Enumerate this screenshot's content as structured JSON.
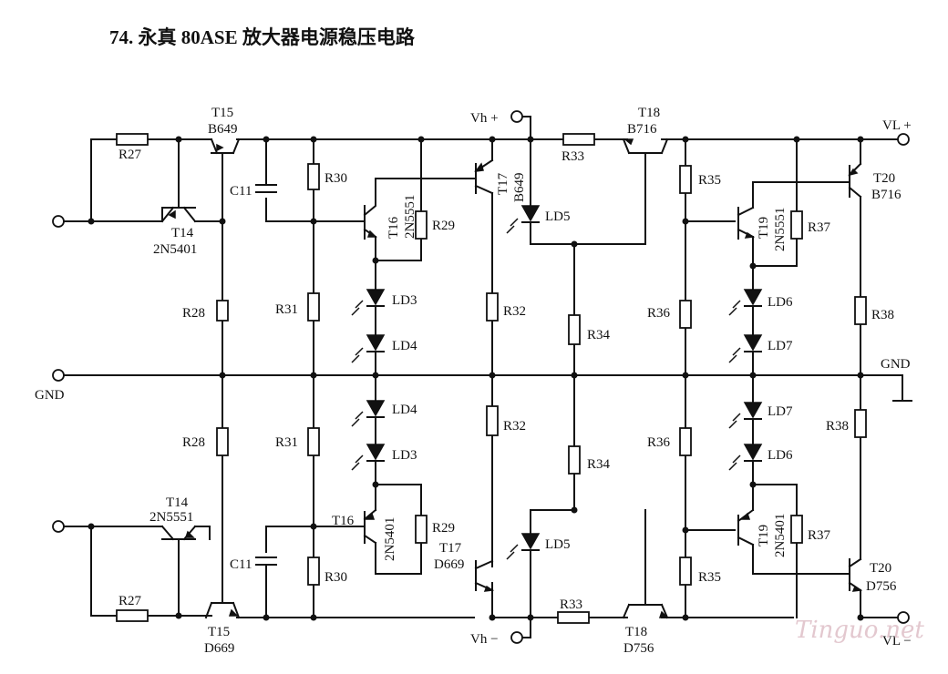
{
  "title": "74. 永真 80ASE 放大器电源稳压电路",
  "watermark": "Tinguo.net",
  "terminals": {
    "vh_plus": "Vh +",
    "vh_minus": "Vh −",
    "vl_plus": "VL +",
    "vl_minus": "VL −",
    "gnd_left": "GND",
    "gnd_right": "GND"
  },
  "top": {
    "t15_name": "T15",
    "t15_type": "B649",
    "t14_name": "T14",
    "t14_type": "2N5401",
    "t16_name": "T16",
    "t16_type": "2N5551",
    "t17_name": "T17",
    "t17_type": "B649",
    "t18_name": "T18",
    "t18_type": "B716",
    "t19_name": "T19",
    "t19_type": "2N5551",
    "t20_name": "T20",
    "t20_type": "B716",
    "r27": "R27",
    "r28": "R28",
    "r29": "R29",
    "r30": "R30",
    "r31": "R31",
    "r32": "R32",
    "r33": "R33",
    "r34": "R34",
    "r35": "R35",
    "r36": "R36",
    "r37": "R37",
    "r38": "R38",
    "c11": "C11",
    "ld3": "LD3",
    "ld4": "LD4",
    "ld5": "LD5",
    "ld6": "LD6",
    "ld7": "LD7"
  },
  "bottom": {
    "t15_name": "T15",
    "t15_type": "D669",
    "t14_name": "T14",
    "t14_type": "2N5551",
    "t16_name": "T16",
    "t16_type": "2N5401",
    "t17_name": "T17",
    "t17_type": "D669",
    "t18_name": "T18",
    "t18_type": "D756",
    "t19_name": "T19",
    "t19_type": "2N5401",
    "t20_name": "T20",
    "t20_type": "D756",
    "r27": "R27",
    "r28": "R28",
    "r29": "R29",
    "r30": "R30",
    "r31": "R31",
    "r32": "R32",
    "r33": "R33",
    "r34": "R34",
    "r35": "R35",
    "r36": "R36",
    "r37": "R37",
    "r38": "R38",
    "c11": "C11",
    "ld3": "LD3",
    "ld4": "LD4",
    "ld5": "LD5",
    "ld6": "LD6",
    "ld7": "LD7"
  }
}
